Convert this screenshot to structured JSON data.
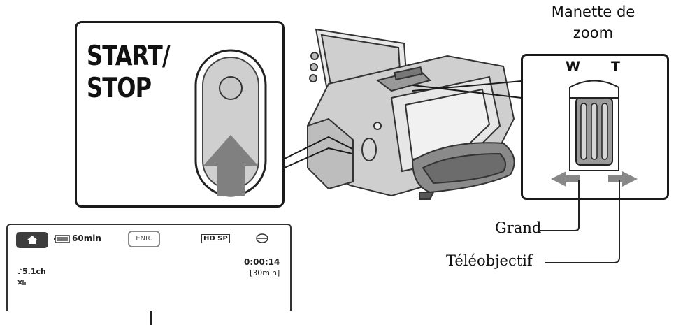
{
  "startstop": {
    "label": "START/\nSTOP"
  },
  "zoom": {
    "title": "Manette de\nzoom",
    "wide_letter": "W",
    "tele_letter": "T",
    "wide_label": "Grand",
    "tele_label": "Téléobjectif"
  },
  "lcd": {
    "battery_time": "60min",
    "rec_status": "ENR.",
    "quality": "HD SP",
    "audio": "♪5.1ch",
    "elapsed": "0:00:14",
    "remaining": "[30min]"
  },
  "icons": [
    "home-icon",
    "battery-icon",
    "hdd-icon",
    "audio-51-icon",
    "wind-filter-icon",
    "arrow-up-icon",
    "arrow-left-icon",
    "arrow-right-icon"
  ]
}
